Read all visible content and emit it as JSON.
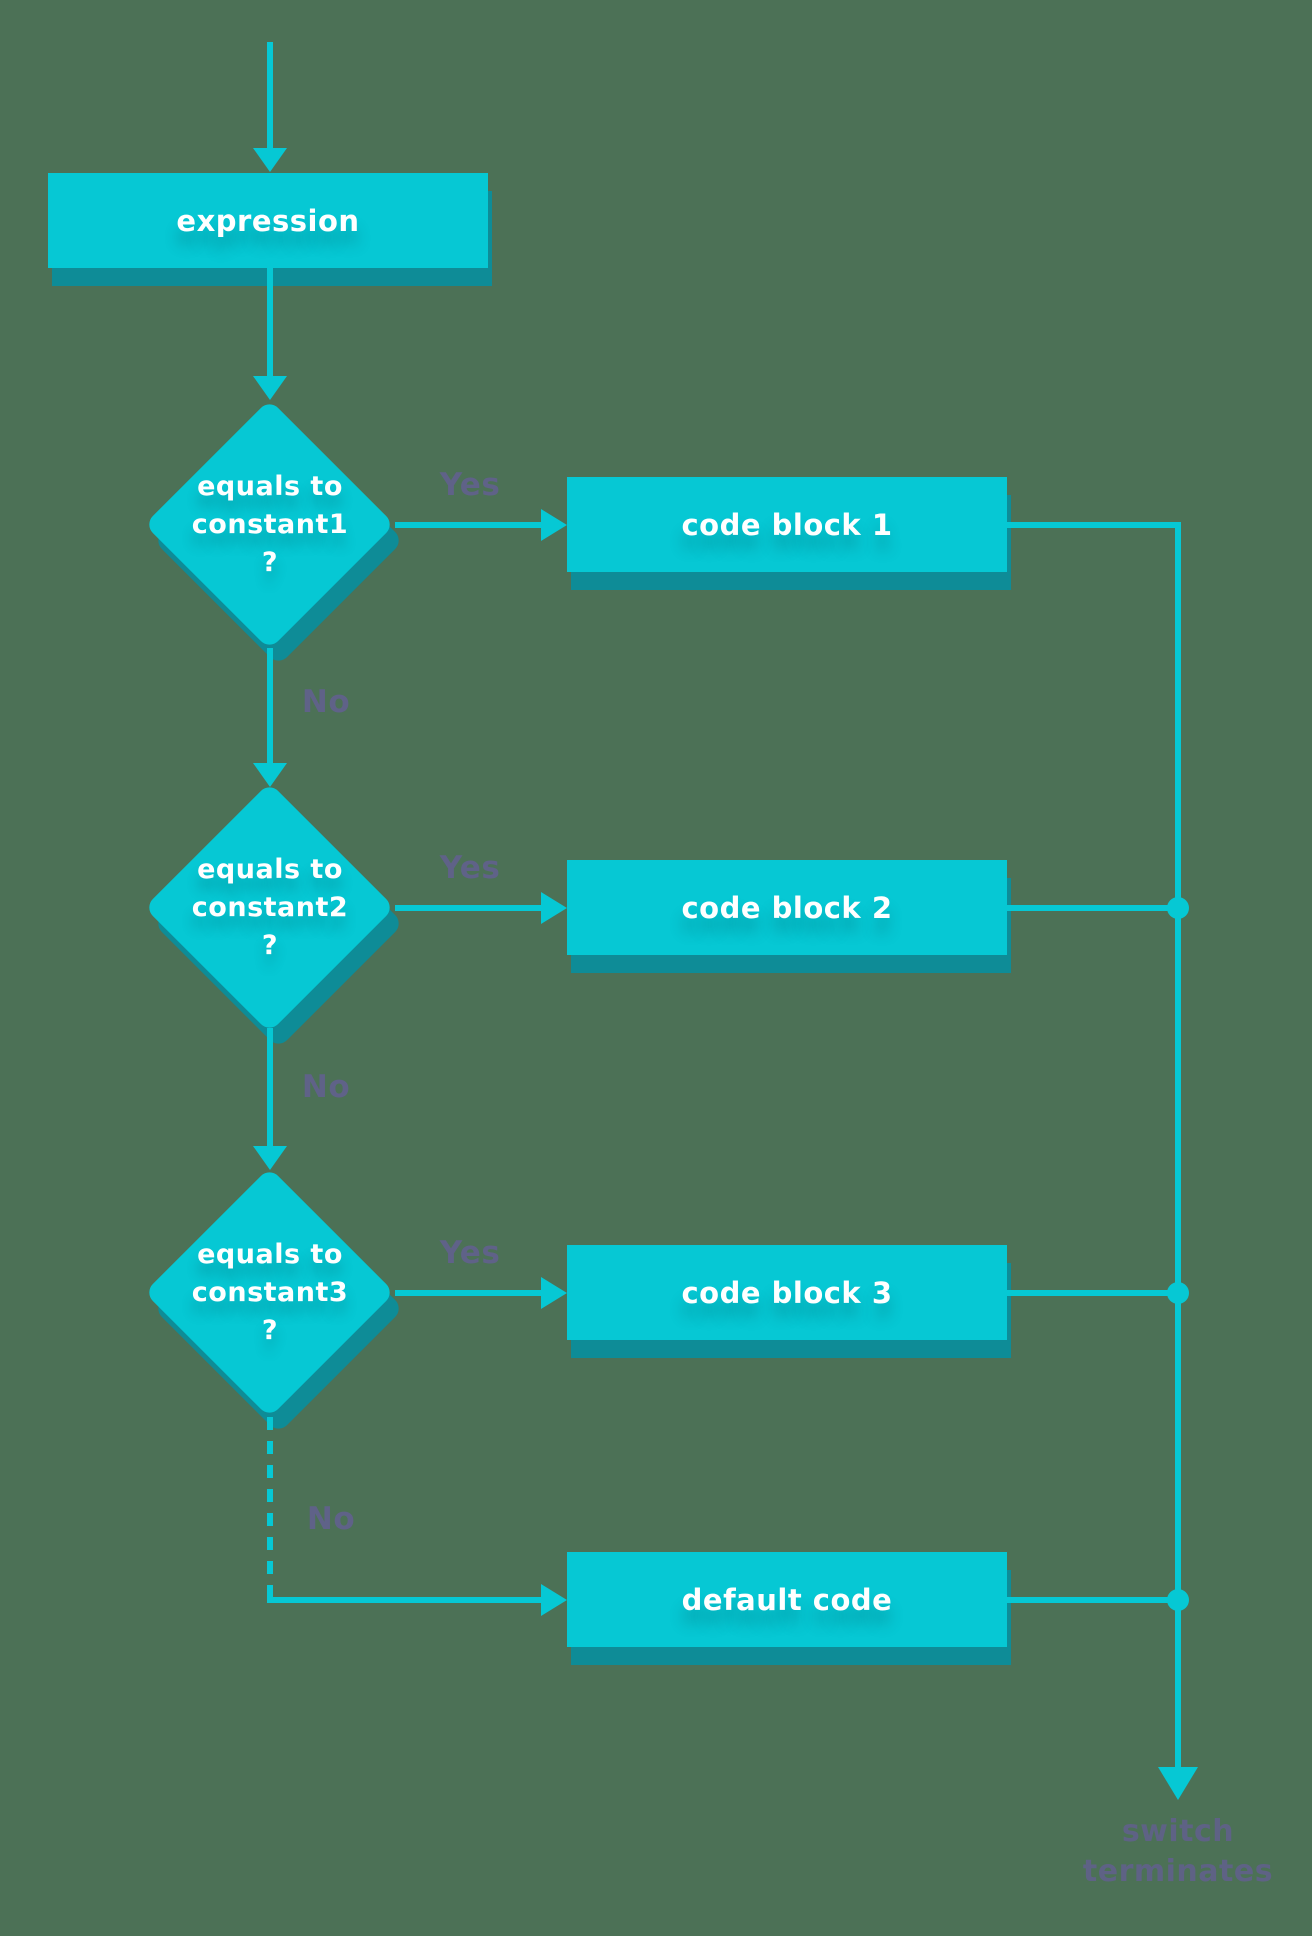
{
  "colors": {
    "bg": "#4c7156",
    "accent": "#06c8d4",
    "shadow": "#0e8c97",
    "label": "#5f6288",
    "text": "#ffffff"
  },
  "nodes": {
    "expression": {
      "label": "expression"
    },
    "decision_1": {
      "lines": [
        "equals to",
        "constant1",
        "?"
      ]
    },
    "decision_2": {
      "lines": [
        "equals to",
        "constant2",
        "?"
      ]
    },
    "decision_3": {
      "lines": [
        "equals to",
        "constant3",
        "?"
      ]
    },
    "code_block_1": {
      "label": "code block 1"
    },
    "code_block_2": {
      "label": "code block 2"
    },
    "code_block_3": {
      "label": "code block 3"
    },
    "default_code": {
      "label": "default code"
    }
  },
  "edge_labels": {
    "yes_1": "Yes",
    "yes_2": "Yes",
    "yes_3": "Yes",
    "no_1": "No",
    "no_2": "No",
    "no_3": "No"
  },
  "terminal": {
    "lines": [
      "switch",
      "terminates"
    ]
  }
}
